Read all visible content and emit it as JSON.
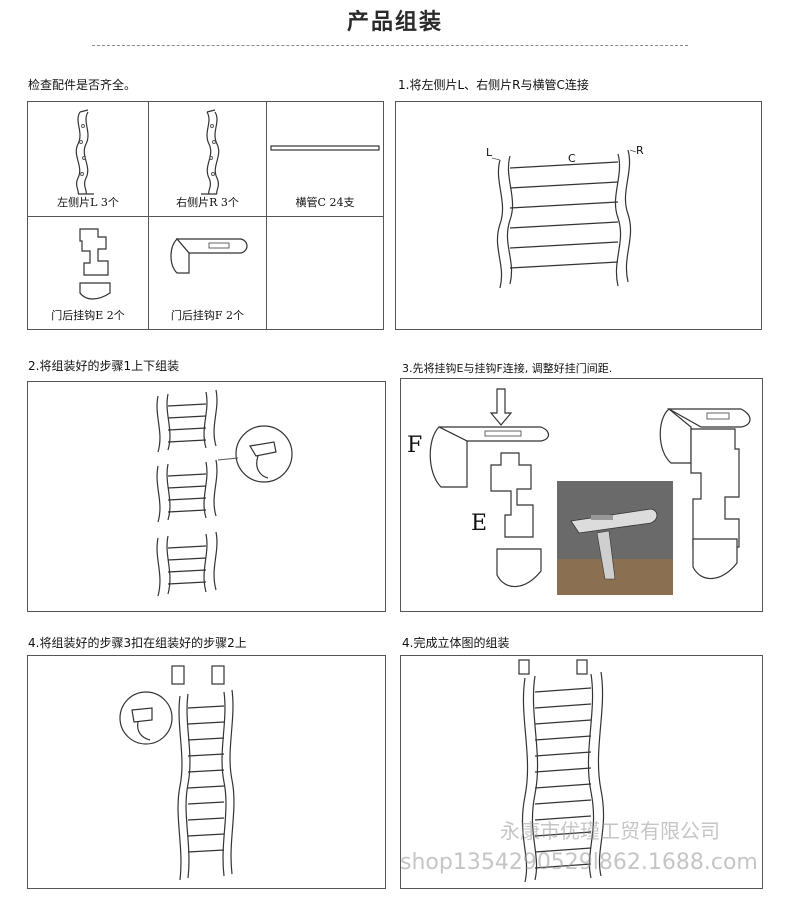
{
  "page": {
    "title": "产品组装"
  },
  "parts": {
    "caption": "检查配件是否齐全。",
    "items": [
      {
        "label": "左侧片L  3个"
      },
      {
        "label": "右侧片R  3个"
      },
      {
        "label": "横管C  24支"
      },
      {
        "label": "门后挂钩E  2个"
      },
      {
        "label": "门后挂钩F  2个"
      }
    ]
  },
  "step1": {
    "caption": "1.将左侧片L、右侧片R与横管C连接",
    "label_l": "L",
    "label_c": "C",
    "label_r": "R"
  },
  "step2": {
    "caption": "2.将组装好的步骤1上下组装"
  },
  "step3": {
    "caption": "3.先将挂钩E与挂钩F连接, 调整好挂门间距.",
    "label_f": "F",
    "label_e": "E"
  },
  "step4": {
    "caption": "4.将组装好的步骤3扣在组装好的步骤2上"
  },
  "step5": {
    "caption": "4.完成立体图的组装"
  },
  "watermark": {
    "company": "永康市优瑾工贸有限公司",
    "url": "shop1354290529l862.1688.com"
  }
}
